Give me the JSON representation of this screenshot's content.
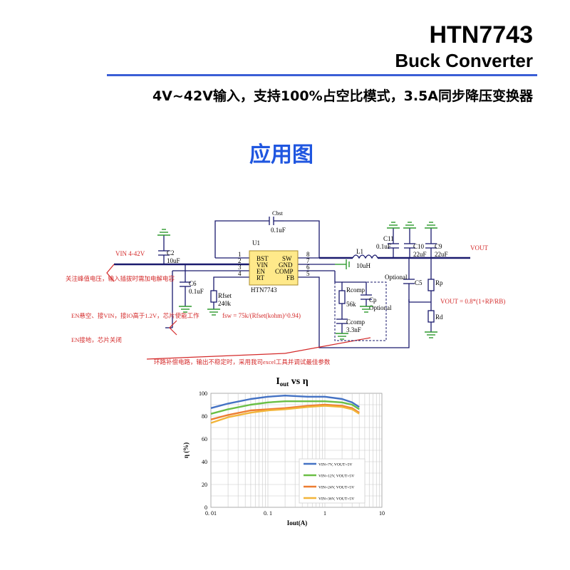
{
  "header": {
    "part_number": "HTN7743",
    "product_type": "Buck Converter",
    "description": "4V~42V输入，支持100%占空比模式，3.5A同步降压变换器"
  },
  "section_title": "应用图",
  "schematic": {
    "ic": {
      "ref": "U1",
      "name": "HTN7743"
    },
    "pins_left": [
      {
        "num": "1",
        "name": "BST"
      },
      {
        "num": "2",
        "name": "VIN"
      },
      {
        "num": "3",
        "name": "EN"
      },
      {
        "num": "4",
        "name": "RT"
      }
    ],
    "pins_right": [
      {
        "num": "8",
        "name": "SW"
      },
      {
        "num": "7",
        "name": "GND"
      },
      {
        "num": "6",
        "name": "COMP"
      },
      {
        "num": "5",
        "name": "FB"
      }
    ],
    "components": {
      "cbst_ref": "Cbst",
      "cbst_val": "0.1uF",
      "c2_ref": "C2",
      "c2_val": "10uF",
      "c6_ref": "C6",
      "c6_val": "0.1uF",
      "rfset_ref": "Rfset",
      "rfset_val": "240k",
      "l1_ref": "L1",
      "l1_val": "10uH",
      "c11_ref": "C11",
      "c11_val": "0.1uF",
      "c10_ref": "C10",
      "c10_val": "22uF",
      "c9_ref": "C9",
      "c9_val": "22uF",
      "rcomp_ref": "Rcomp",
      "rcomp_val": "56k",
      "ccomp_ref": "Ccomp",
      "ccomp_val": "3.3nF",
      "cp_ref": "Cp",
      "cp_note": "Optional",
      "c5_ref": "C5",
      "c5_note": "Optional",
      "rp_ref": "Rp",
      "rd_ref": "Rd"
    },
    "labels": {
      "vin": "VIN  4-42V",
      "vout": "VOUT",
      "vout_formula": "VOUT = 0.8*(1+RP/RB)",
      "fsw_formula": "fsw = 75k/(Rfset(kohm)^0.94)"
    },
    "notes": {
      "input_cap": "关注峰值电压，输入插拔时需加电解电容",
      "en_float": "EN悬空、接VIN，接IO高于1.2V，芯片使能工作",
      "en_gnd": "EN接地，芯片关闭",
      "comp": "环路补偿电路，输出不稳定时，采用我司excel工具并调试最佳参数"
    },
    "colors": {
      "note_red": "#d42a2a",
      "wire": "#1a1a6e",
      "ground": "#2e9a2e"
    }
  },
  "chart_data": {
    "type": "line",
    "title": "Iout vs η",
    "title_main": "I",
    "title_sub": "out",
    "title_rest": " vs η",
    "xlabel": "Iout(A)",
    "ylabel": "η (%)",
    "x_scale": "log",
    "xlim": [
      0.01,
      10
    ],
    "ylim": [
      0,
      100
    ],
    "x_ticks": [
      0.01,
      0.1,
      1,
      10
    ],
    "x_tick_labels": [
      "0. 01",
      "0. 1",
      "1",
      "10"
    ],
    "y_ticks": [
      0,
      20,
      40,
      60,
      80,
      100
    ],
    "grid": true,
    "legend_position": "lower-right",
    "x": [
      0.01,
      0.02,
      0.05,
      0.1,
      0.2,
      0.5,
      1,
      2,
      3,
      4
    ],
    "series": [
      {
        "name": "VIN=7V, VOUT=5V",
        "color": "#4472c4",
        "values": [
          87,
          91,
          95,
          97,
          98,
          97,
          97,
          95,
          92,
          88
        ]
      },
      {
        "name": "VIN=12V, VOUT=5V",
        "color": "#6abf45",
        "values": [
          82,
          86,
          90,
          92,
          93,
          93,
          93,
          92,
          90,
          86
        ]
      },
      {
        "name": "VIN=24V, VOUT=5V",
        "color": "#ed7d31",
        "values": [
          77,
          81,
          85,
          86,
          87,
          89,
          90,
          89,
          87,
          83
        ]
      },
      {
        "name": "VIN=36V, VOUT=5V",
        "color": "#f2b53a",
        "values": [
          74,
          79,
          83,
          85,
          86,
          88,
          89,
          88,
          86,
          82
        ]
      }
    ]
  }
}
